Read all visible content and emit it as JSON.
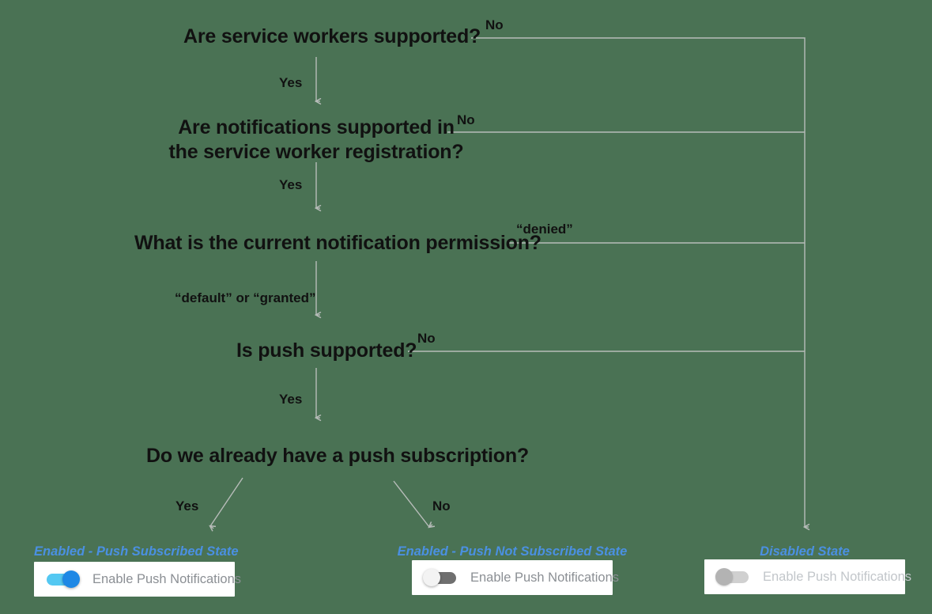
{
  "canvas": {
    "background": "#4a7254",
    "wire_color": "#b7bcb9",
    "question_color": "#111111",
    "state_label_color": "#4a90e2"
  },
  "flowchart": {
    "type": "decision-flowchart",
    "questions": [
      {
        "id": "q1",
        "text": "Are service workers supported?"
      },
      {
        "id": "q2",
        "line1": "Are notifications supported in",
        "line2": "the service worker registration?"
      },
      {
        "id": "q3",
        "text": "What is the current notification permission?"
      },
      {
        "id": "q4",
        "text": "Is push supported?"
      },
      {
        "id": "q5",
        "text": "Do we already have a push subscription?"
      }
    ],
    "edges": [
      {
        "from": "q1",
        "label": "No",
        "to": "disabled"
      },
      {
        "from": "q1",
        "label": "Yes",
        "to": "q2"
      },
      {
        "from": "q2",
        "label": "No",
        "to": "disabled"
      },
      {
        "from": "q2",
        "label": "Yes",
        "to": "q3"
      },
      {
        "from": "q3",
        "label": "“denied”",
        "to": "disabled"
      },
      {
        "from": "q3",
        "label": "“default” or “granted”",
        "to": "q4"
      },
      {
        "from": "q4",
        "label": "No",
        "to": "disabled"
      },
      {
        "from": "q4",
        "label": "Yes",
        "to": "q5"
      },
      {
        "from": "q5",
        "label": "Yes",
        "to": "subscribed"
      },
      {
        "from": "q5",
        "label": "No",
        "to": "not-subscribed"
      }
    ],
    "outcomes": [
      {
        "id": "subscribed",
        "state_label": "Enabled - Push Subscribed State",
        "toggle": {
          "state": "on",
          "label": "Enable Push Notifications"
        }
      },
      {
        "id": "not-subscribed",
        "state_label": "Enabled - Push Not Subscribed State",
        "toggle": {
          "state": "off",
          "label": "Enable Push Notifications"
        }
      },
      {
        "id": "disabled",
        "state_label": "Disabled State",
        "toggle": {
          "state": "disabled",
          "label": "Enable Push Notifications"
        }
      }
    ]
  }
}
